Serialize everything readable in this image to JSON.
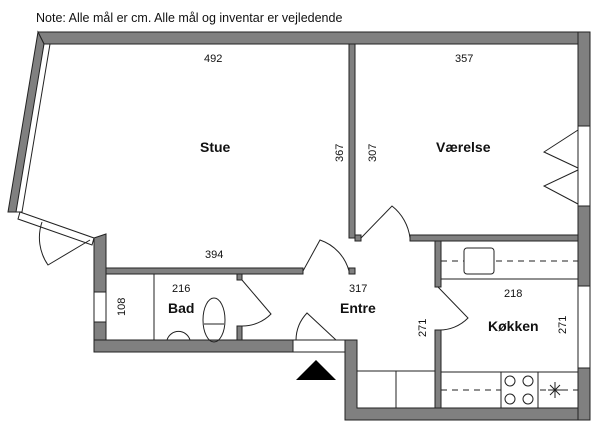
{
  "note": "Note: Alle mål er cm. Alle mål og inventar er vejledende",
  "rooms": {
    "stue": {
      "label": "Stue",
      "width": "492",
      "depth": "367",
      "bottom": "394"
    },
    "vaerelse": {
      "label": "Værelse",
      "width": "357",
      "depth": "307"
    },
    "bad": {
      "label": "Bad",
      "width": "216",
      "depth": "108"
    },
    "entre": {
      "label": "Entre",
      "width": "317",
      "depth": "271"
    },
    "koekken": {
      "label": "Køkken",
      "width": "218",
      "depth": "271"
    }
  },
  "colors": {
    "wall": "#808080",
    "outline": "#222222"
  }
}
